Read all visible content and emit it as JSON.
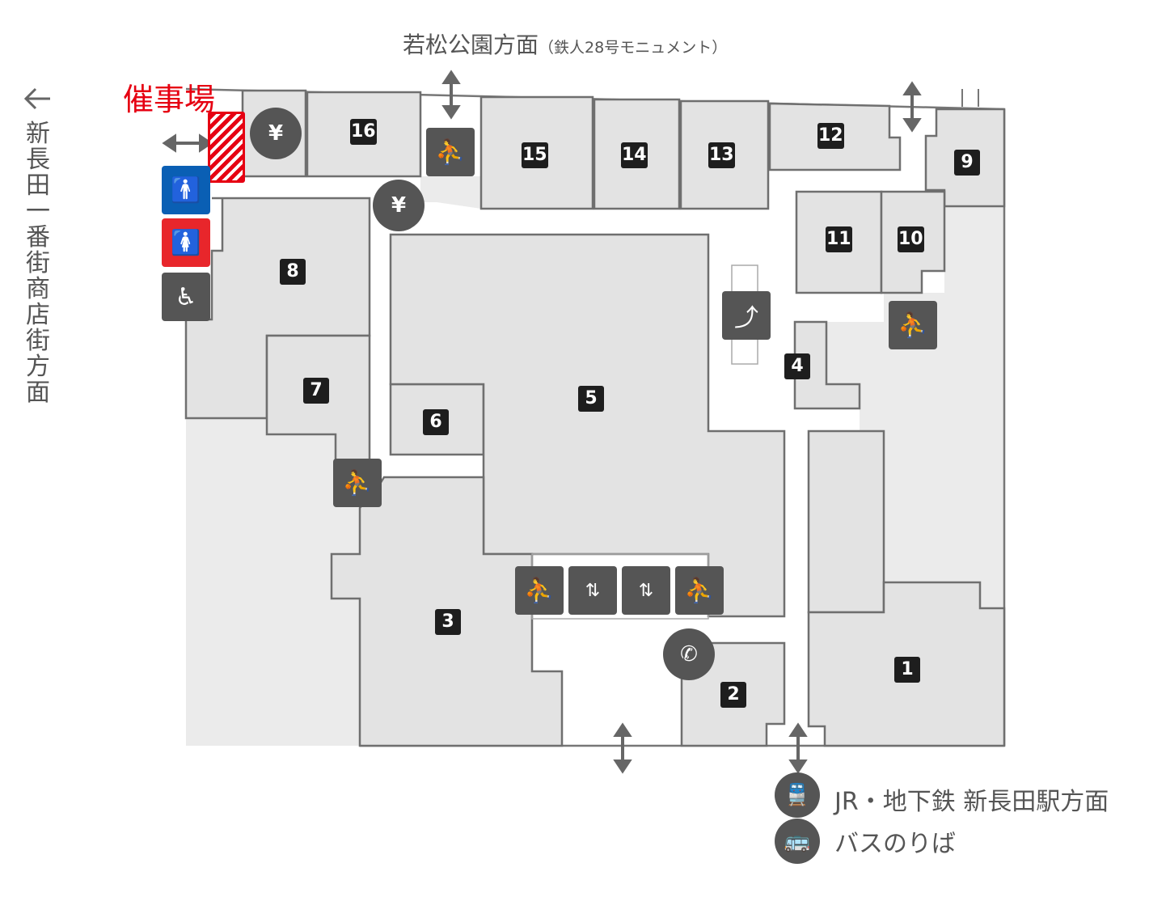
{
  "top_direction": {
    "main": "若松公園方面",
    "sub": "（鉄人28号モニュメント）"
  },
  "left_direction": "新長田一番街商店街方面",
  "event_hall_label": "催事場",
  "shops": [
    "1",
    "2",
    "3",
    "4",
    "5",
    "6",
    "7",
    "8",
    "9",
    "10",
    "11",
    "12",
    "13",
    "14",
    "15",
    "16"
  ],
  "legend": {
    "train": "JR・地下鉄 新長田駅方面",
    "bus": "バスのりば"
  },
  "icons": {
    "atm": "¥",
    "mens_restroom": "mens-restroom-icon",
    "womens_restroom": "womens-restroom-icon"
  },
  "colors": {
    "event": "#e60012",
    "mens": "#0a5fb4",
    "womens": "#e8262b",
    "icon": "#555555",
    "shop": "#e3e3e3"
  }
}
